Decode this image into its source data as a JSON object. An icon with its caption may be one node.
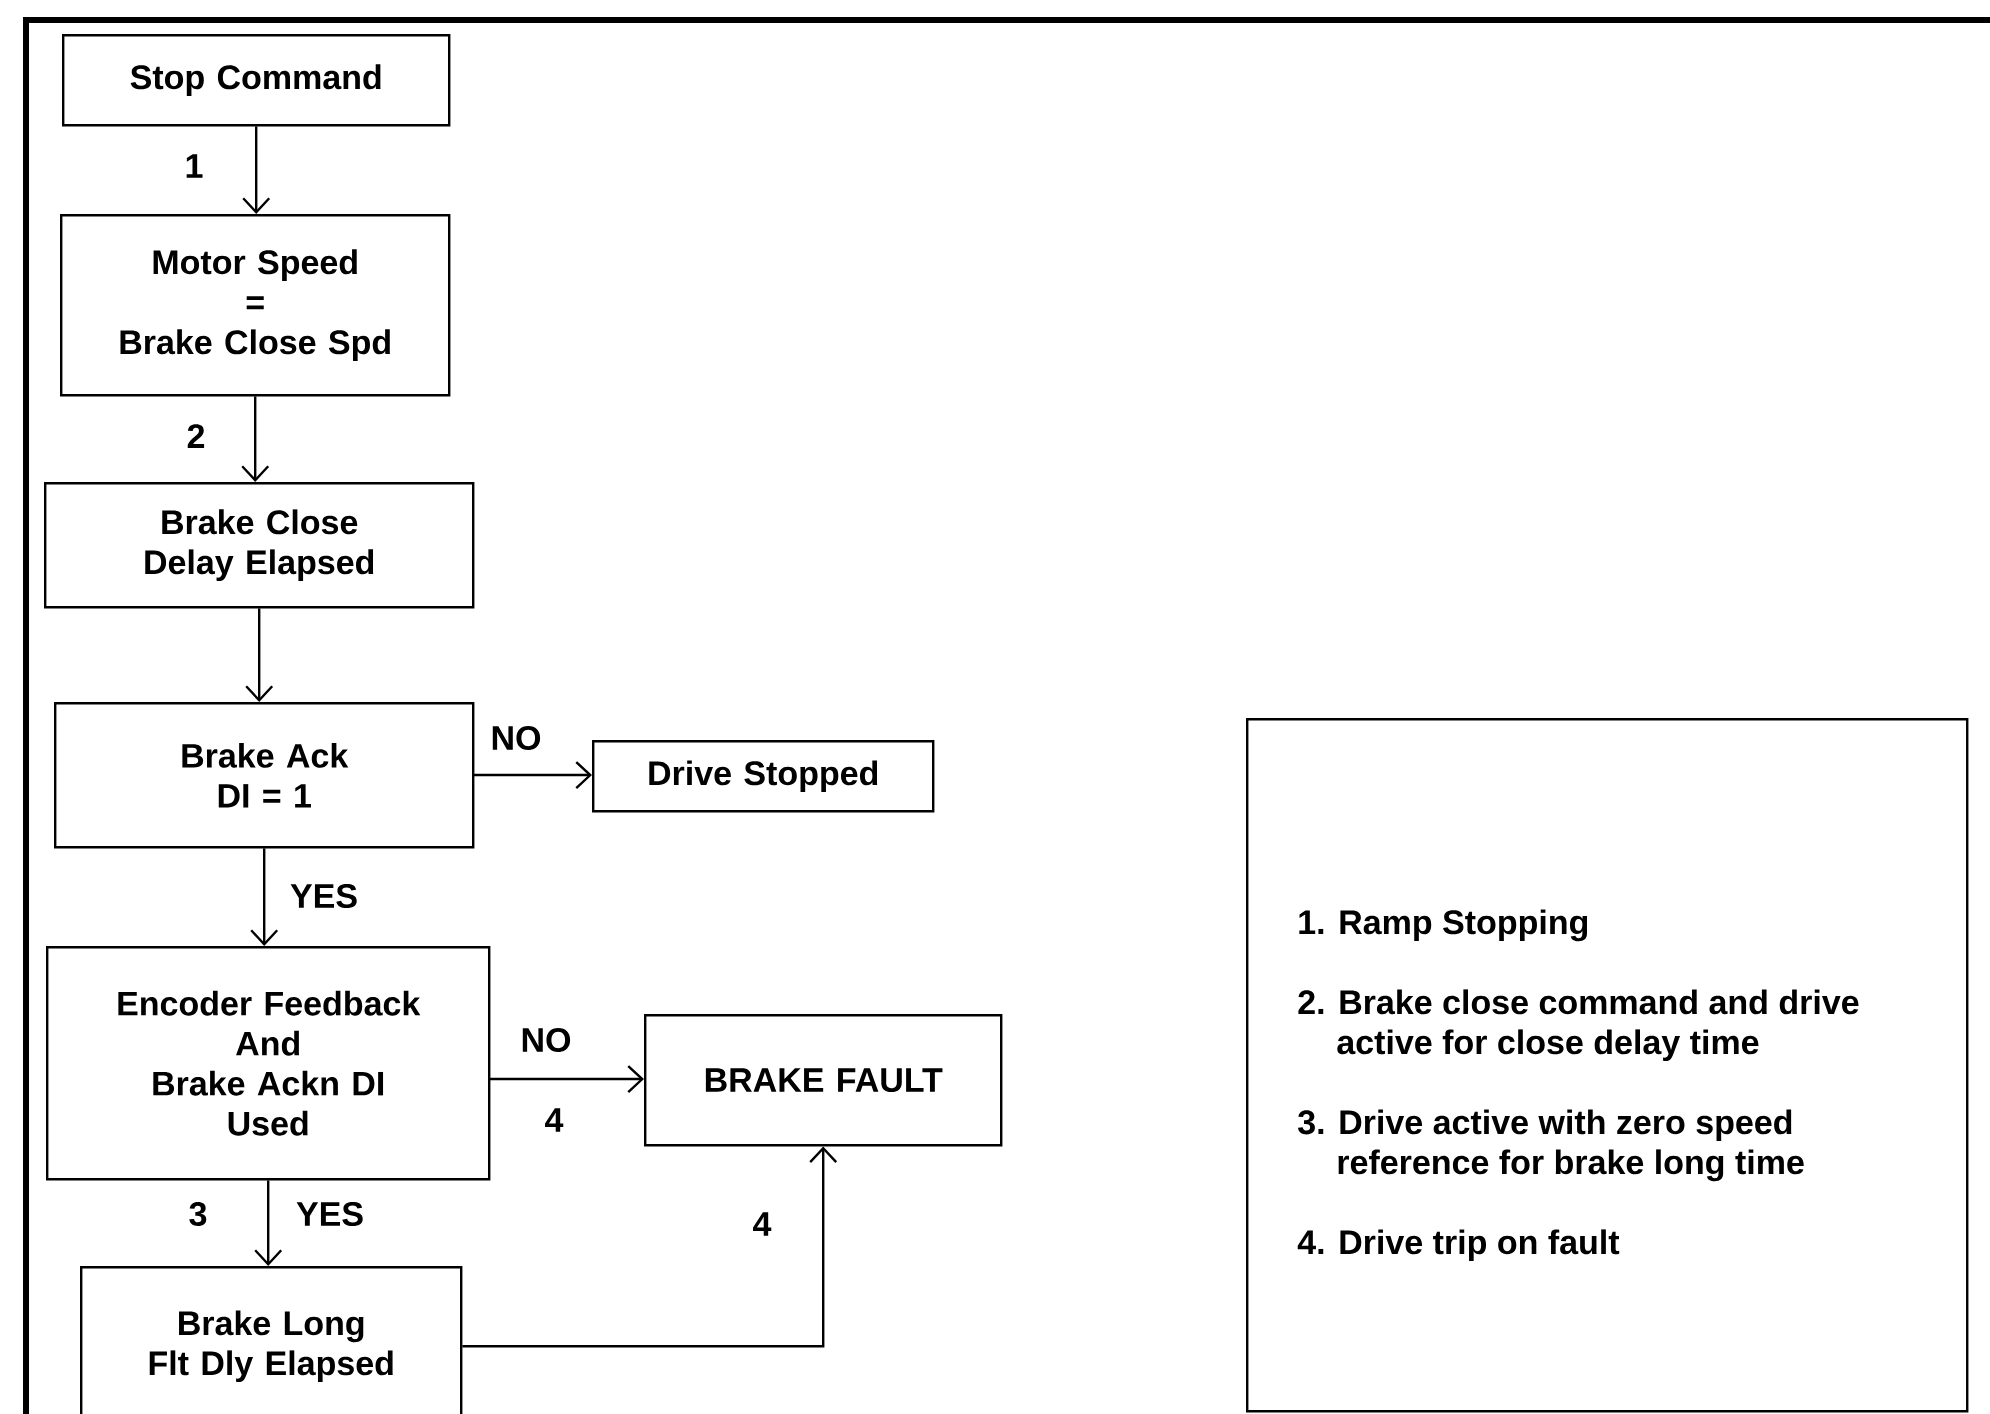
{
  "diagram": {
    "nodes": [
      {
        "text": [
          "Stop Command"
        ]
      },
      {
        "text": [
          "Motor Speed",
          "=",
          "Brake Close Spd"
        ]
      },
      {
        "text": [
          "Brake Close Delay Elapsed"
        ]
      },
      {
        "text": [
          "Brake Ack DI = 1"
        ]
      },
      {
        "text": [
          "Drive Stopped"
        ]
      },
      {
        "text": [
          "Encoder Feedback",
          "And",
          "Brake  Ackn DI",
          "Used"
        ]
      },
      {
        "text": [
          "BRAKE FAULT"
        ]
      },
      {
        "text": [
          "Brake Long",
          "Flt Dly Elapsed"
        ]
      },
      {
        "text": [
          "1. Ramp Stopping",
          "2. Brake close command and drive active for close delay time",
          "3. Drive active with zero speed reference for brake long time",
          "4. Drive trip on fault"
        ]
      }
    ],
    "edges": [
      {
        "from": 0,
        "to": 1,
        "arrow": "to",
        "label": "1"
      },
      {
        "from": 1,
        "to": 2,
        "arrow": "to",
        "label": "2"
      },
      {
        "from": 2,
        "to": 3,
        "arrow": "to"
      },
      {
        "from": 3,
        "to": 4,
        "arrow": "to",
        "label": "NO"
      },
      {
        "from": 3,
        "to": 5,
        "arrow": "to",
        "label": "YES"
      },
      {
        "from": 5,
        "to": 6,
        "arrow": "to",
        "label": "NO"
      },
      {
        "from": 5,
        "to": 7,
        "arrow": "to",
        "label": "YES"
      },
      {
        "from": 7,
        "to": 6,
        "arrow": "to",
        "label": "4"
      }
    ],
    "labels": [
      "4",
      "3"
    ]
  }
}
